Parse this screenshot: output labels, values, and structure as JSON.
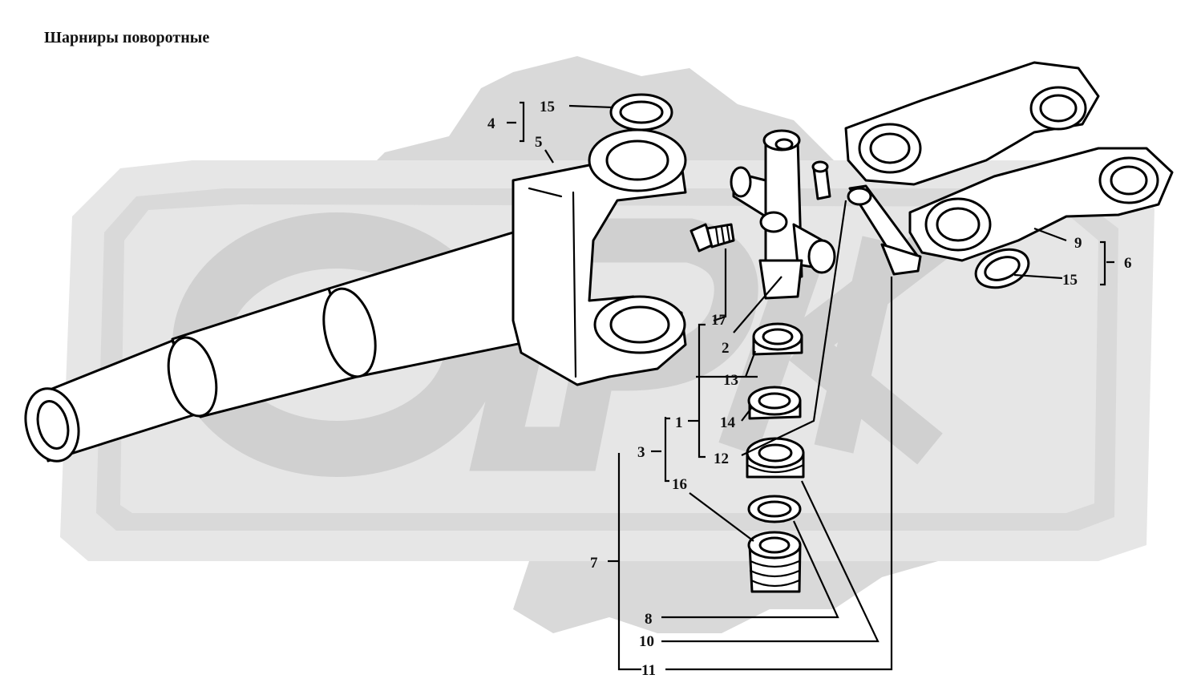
{
  "title": "Шарниры поворотные",
  "colors": {
    "watermark": "#d9d9d9",
    "watermark_light": "#e6e6e6",
    "ink": "#000000",
    "background": "#ffffff"
  },
  "callouts": [
    {
      "id": "c1",
      "label": "1"
    },
    {
      "id": "c2",
      "label": "2"
    },
    {
      "id": "c3",
      "label": "3"
    },
    {
      "id": "c4",
      "label": "4"
    },
    {
      "id": "c5",
      "label": "5"
    },
    {
      "id": "c6",
      "label": "6"
    },
    {
      "id": "c7",
      "label": "7"
    },
    {
      "id": "c8",
      "label": "8"
    },
    {
      "id": "c9",
      "label": "9"
    },
    {
      "id": "c10",
      "label": "10"
    },
    {
      "id": "c11",
      "label": "11"
    },
    {
      "id": "c12",
      "label": "12"
    },
    {
      "id": "c13",
      "label": "13"
    },
    {
      "id": "c14",
      "label": "14"
    },
    {
      "id": "c15a",
      "label": "15"
    },
    {
      "id": "c15b",
      "label": "15"
    },
    {
      "id": "c16",
      "label": "16"
    },
    {
      "id": "c17",
      "label": "17"
    }
  ]
}
